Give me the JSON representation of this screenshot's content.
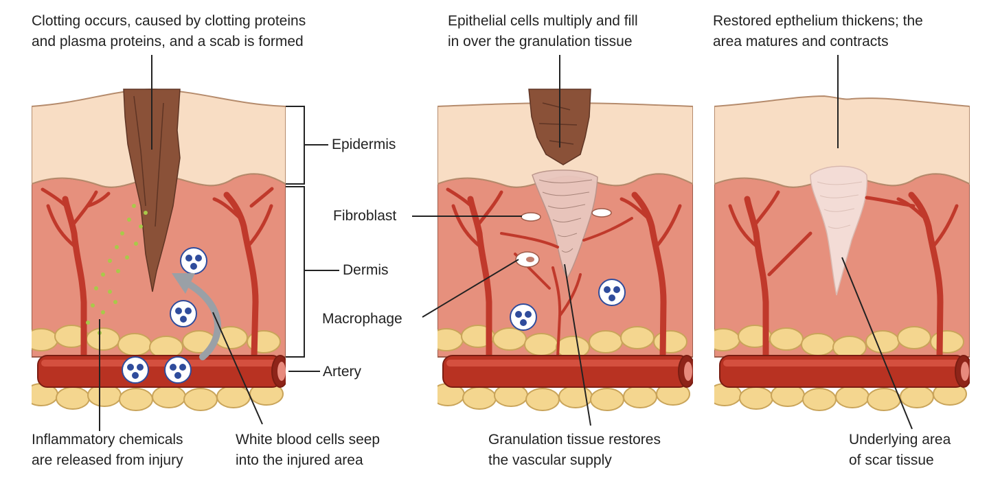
{
  "colors": {
    "epidermis": "#f8ddc4",
    "dermis": "#e6907d",
    "fat": "#f4d68f",
    "vessel": "#c0392b",
    "artery": "#b83222",
    "scab": "#8a5138",
    "scar": "#f3dcd6",
    "leader": "#222222",
    "chemicals": "#a8c94a",
    "wbc_nucleus": "#2f4c9c"
  },
  "labels": {
    "clotting": [
      "Clotting occurs, caused by clotting proteins",
      "and plasma proteins, and a scab is formed"
    ],
    "epithelial": [
      "Epithelial cells multiply and fill",
      "in over the granulation tissue"
    ],
    "restored": [
      "Restored epthelium thickens; the",
      "area matures and contracts"
    ],
    "epidermis": "Epidermis",
    "dermis": "Dermis",
    "fibroblast": "Fibroblast",
    "macrophage": "Macrophage",
    "artery": "Artery",
    "inflammatory": [
      "Inflammatory chemicals",
      "are released from injury"
    ],
    "wbc": [
      "White blood cells seep",
      "into the injured area"
    ],
    "granulation": [
      "Granulation tissue restores",
      "the vascular supply"
    ],
    "scar": [
      "Underlying area",
      "of scar tissue"
    ]
  }
}
